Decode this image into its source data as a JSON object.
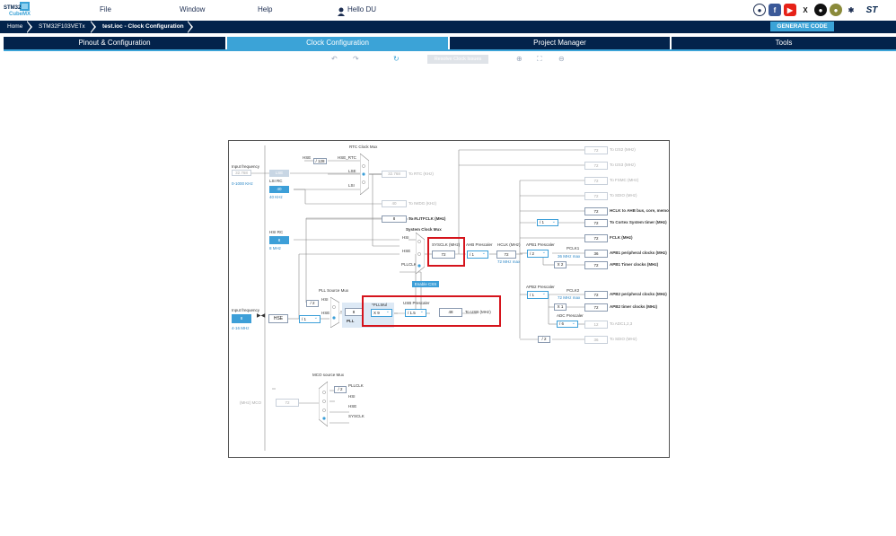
{
  "app": {
    "logo_line1": "STM32",
    "logo_line2": "CubeMX"
  },
  "menu": {
    "file": "File",
    "window": "Window",
    "help": "Help",
    "user": "Hello DU"
  },
  "socials": [
    "st-community-icon",
    "facebook-icon",
    "youtube-icon",
    "x-icon",
    "github-icon",
    "st-mascot-icon",
    "network-icon",
    "st-logo-icon"
  ],
  "breadcrumb": {
    "home": "Home",
    "device": "STM32F103VETx",
    "file": "test.ioc - Clock Configuration"
  },
  "generate_code": "GENERATE CODE",
  "tabs": [
    "Pinout & Configuration",
    "Clock Configuration",
    "Project Manager",
    "Tools"
  ],
  "toolbar": {
    "undo": "↶",
    "redo": "↷",
    "refresh": "↻",
    "resolve": "Resolve Clock Issues",
    "zoom_in": "⊕",
    "fit": "⛶",
    "zoom_out": "⊖"
  },
  "diagram": {
    "input_freq_top": "Input frequency",
    "lse_value": "32.768",
    "lse_range": "0-1000 KHz",
    "lse": "LSE",
    "lsi_rc": "LSI RC",
    "lsi_value": "40",
    "lsi_khz": "40 KHz",
    "rtc_mux": "RTC Clock Mux",
    "hse_div": "/ 128",
    "hse_rtc": "HSE",
    "hse_rtc_label": "HSE_RTC",
    "lse_in": "LSE",
    "lsi_in": "LSI",
    "rtc_out": "32.768",
    "to_rtc": "To RTC (KHz)",
    "iwdg_out": "40",
    "to_iwdg": "To IWDG (KHz)",
    "flit_out": "8",
    "to_flit": "To FLITFCLK (MHz)",
    "hsi_rc": "HSI RC",
    "hsi_value": "8",
    "hsi_mhz": "8 MHz",
    "sys_mux": "System Clock Mux",
    "hsi_in": "HSI",
    "hse_in": "HSE",
    "pllclk_in": "PLLCLK",
    "sysclk_label": "SYSCLK (MHz)",
    "sysclk_value": "72",
    "enable_css": "Enable CSS",
    "ahb_label": "AHB Prescaler",
    "ahb_value": "/ 1",
    "hclk_label": "HCLK (MHz)",
    "hclk_value": "72",
    "hclk_max": "72 MHz max",
    "apb1_label": "APB1 Prescaler",
    "apb1_value": "/ 2",
    "pclk1": "PCLK1",
    "pclk1_max": "36 MHz max",
    "x2": "X 2",
    "apb2_label": "APB2 Prescaler",
    "apb2_value": "/ 1",
    "pclk2": "PCLK2",
    "pclk2_max": "72 MHz max",
    "x1": "X 1",
    "adc_label": "ADC Prescaler",
    "adc_value": "/ 6",
    "div2_sdio": "/ 2",
    "cortex_div": "/ 1",
    "input_freq_bottom": "Input frequency",
    "hse_value": "8",
    "hse_range": "4-16 MHz",
    "hse": "HSE",
    "hse_div_pre": "/ 1",
    "hsi_div2": "/ 2",
    "pll_src_mux": "PLL Source Mux",
    "pll_hsi": "HSI",
    "pll_hse": "HSE",
    "pll_in": "8",
    "pllmul_label": "*PLLMul",
    "pllmul_value": "X 9",
    "pll": "PLL",
    "usb_label": "USB Prescaler",
    "usb_value": "/ 1.5",
    "usb_out": "48",
    "to_usb": "To USB (MHz)",
    "mco_mux": "MCO source Mux",
    "mco_pll": "PLLCLK",
    "mco_hsi": "HSI",
    "mco_hse": "HSE",
    "mco_sys": "SYSCLK",
    "mco_div": "/ 2",
    "mco_label": "(MHz) MCO",
    "mco_value": "72",
    "outputs": [
      {
        "value": "72",
        "label": "To I2S2 (MHz)",
        "active": false
      },
      {
        "value": "72",
        "label": "To I2S3 (MHz)",
        "active": false
      },
      {
        "value": "72",
        "label": "To FSMC (MHz)",
        "active": false
      },
      {
        "value": "72",
        "label": "To SDIO (MHz)",
        "active": false
      },
      {
        "value": "72",
        "label": "HCLK to AHB bus, core, memory and DMA (MHz)",
        "active": true
      },
      {
        "value": "72",
        "label": "To Cortex System timer (MHz)",
        "active": true
      },
      {
        "value": "72",
        "label": "FCLK (MHz)",
        "active": true
      },
      {
        "value": "36",
        "label": "APB1 peripheral clocks (MHz)",
        "active": true
      },
      {
        "value": "72",
        "label": "APB1 Timer clocks (MHz)",
        "active": true
      },
      {
        "value": "72",
        "label": "APB2 peripheral clocks (MHz)",
        "active": true
      },
      {
        "value": "72",
        "label": "APB2 timer clocks (MHz)",
        "active": true
      },
      {
        "value": "12",
        "label": "To ADC1,2,3",
        "active": false
      },
      {
        "value": "36",
        "label": "To SDIO (MHz)",
        "active": false
      }
    ]
  }
}
